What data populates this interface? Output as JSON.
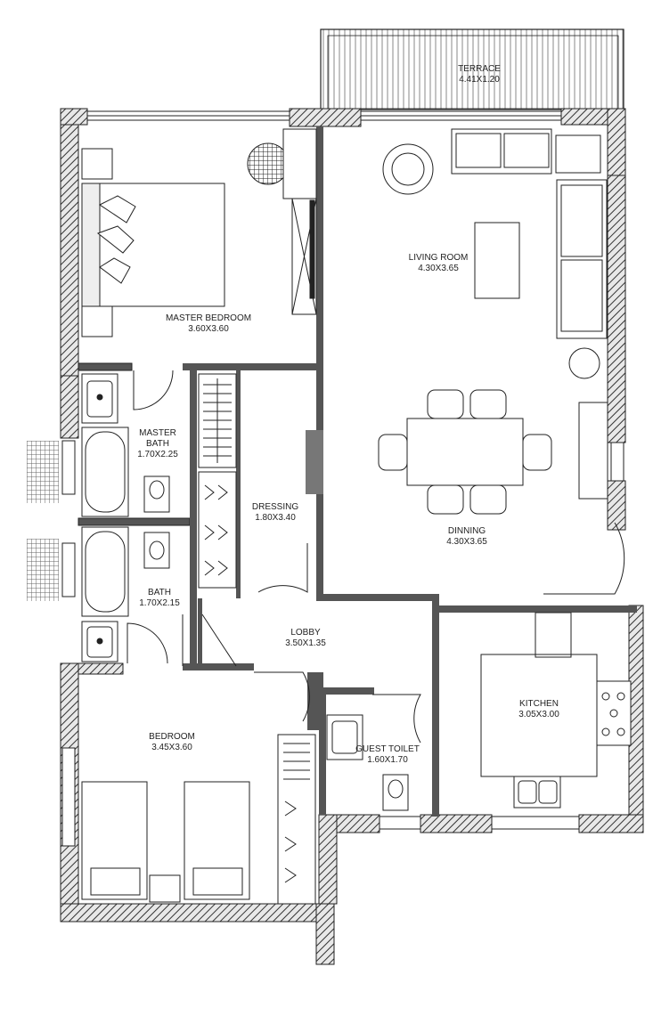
{
  "rooms": {
    "terrace": {
      "name": "TERRACE",
      "size": "4.41X1.20"
    },
    "master_bedroom": {
      "name": "MASTER BEDROOM",
      "size": "3.60X3.60"
    },
    "living_room": {
      "name": "LIVING ROOM",
      "size": "4.30X3.65"
    },
    "master_bath": {
      "name_line1": "MASTER",
      "name_line2": "BATH",
      "size": "1.70X2.25"
    },
    "dressing": {
      "name": "DRESSING",
      "size": "1.80X3.40"
    },
    "dinning": {
      "name": "DINNING",
      "size": "4.30X3.65"
    },
    "bath": {
      "name": "BATH",
      "size": "1.70X2.15"
    },
    "lobby": {
      "name": "LOBBY",
      "size": "3.50X1.35"
    },
    "kitchen": {
      "name": "KITCHEN",
      "size": "3.05X3.00"
    },
    "bedroom": {
      "name": "BEDROOM",
      "size": "3.45X3.60"
    },
    "guest_toilet": {
      "name": "GUEST TOILET",
      "size": "1.60X1.70"
    }
  },
  "colors": {
    "wall": "#555555",
    "line": "#222222",
    "hatch": "#333333"
  }
}
